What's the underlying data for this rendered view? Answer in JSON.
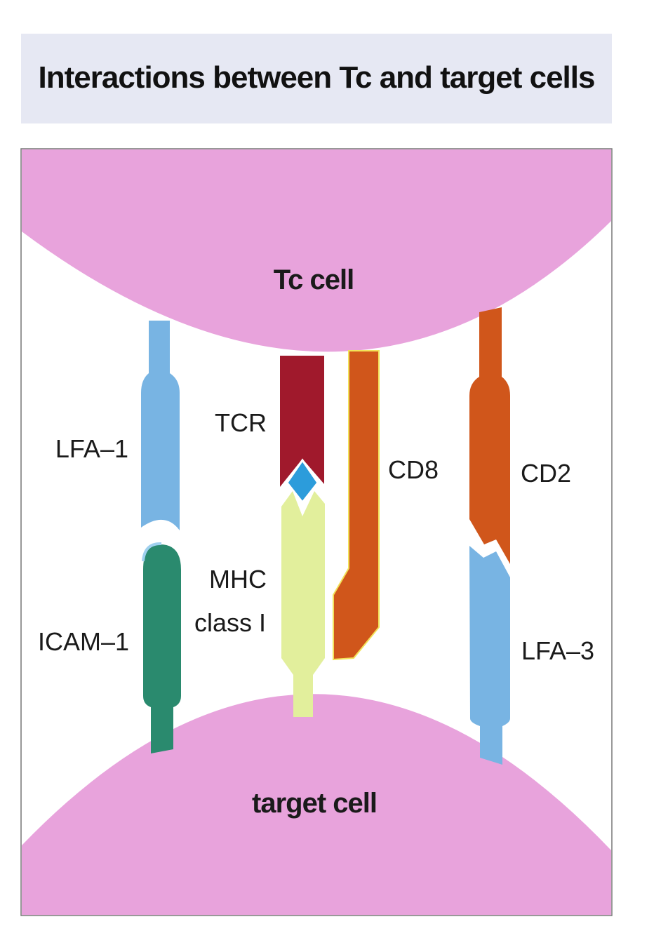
{
  "title": "Interactions between Tc and target cells",
  "cells": {
    "tc": "Tc cell",
    "target": "target cell"
  },
  "molecules": {
    "lfa1": "LFA–1",
    "icam1": "ICAM–1",
    "tcr": "TCR",
    "mhc_line1": "MHC",
    "mhc_line2": "class I",
    "cd8": "CD8",
    "cd2": "CD2",
    "lfa3": "LFA–3"
  },
  "colors": {
    "cell_membrane": "#e8a3dc",
    "panel_background": "#ffffff",
    "title_band": "#e6e8f3",
    "lfa1_lfa3": "#78b4e3",
    "icam1": "#2a8a6e",
    "tcr": "#a0192c",
    "antigen_peptide": "#2c9cdb",
    "mhc_class_i": "#e2ef9c",
    "cd8_cd2": "#d0561b"
  }
}
